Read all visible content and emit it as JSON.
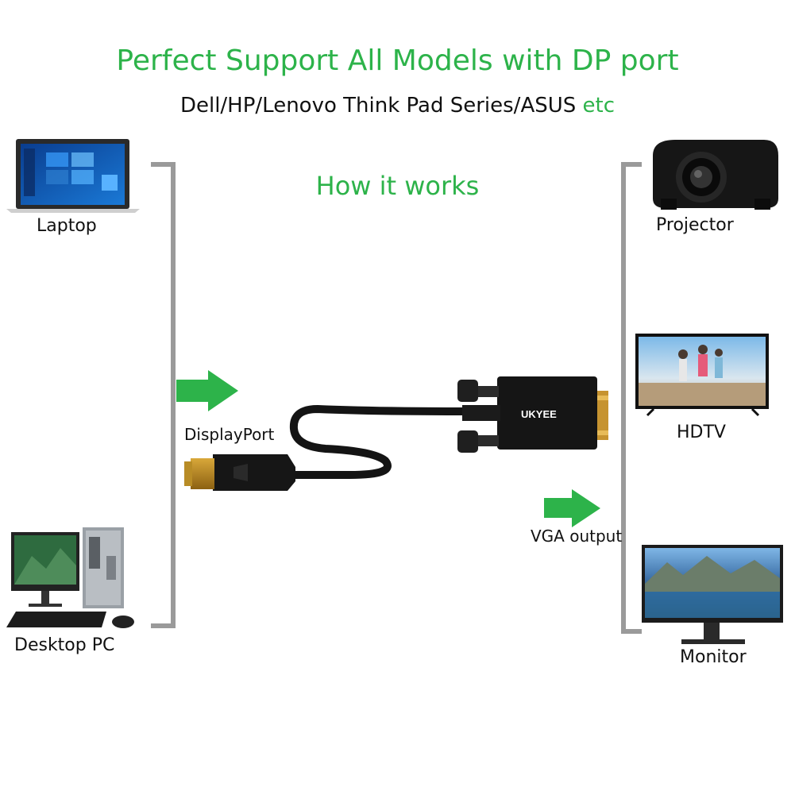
{
  "header": {
    "title": "Perfect Support All Models with DP port",
    "subtitle_main": "Dell/HP/Lenovo Think Pad Series/ASUS",
    "subtitle_etc": "etc",
    "how": "How it works"
  },
  "sources": [
    {
      "label": "Laptop"
    },
    {
      "label": "Desktop PC"
    }
  ],
  "outputs": [
    {
      "label": "Projector"
    },
    {
      "label": "HDTV"
    },
    {
      "label": "Monitor"
    }
  ],
  "adapter": {
    "input_label": "DisplayPort",
    "output_label": "VGA output",
    "brand": "UKYEE"
  },
  "colors": {
    "accent_green": "#2db34a",
    "bracket_gray": "#9a9a9a"
  },
  "icons": [
    "laptop-icon",
    "desktop-pc-icon",
    "projector-icon",
    "tv-icon",
    "monitor-icon",
    "arrow-right-icon",
    "adapter-cable-icon"
  ]
}
